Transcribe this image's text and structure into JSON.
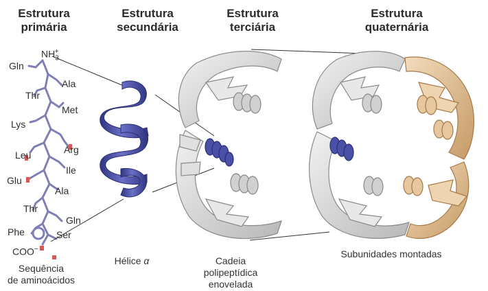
{
  "headers": {
    "primary": [
      "Estrutura",
      "primária"
    ],
    "secondary": [
      "Estrutura",
      "secundária"
    ],
    "tertiary": [
      "Estrutura",
      "terciária"
    ],
    "quaternary": [
      "Estrutura",
      "quaternária"
    ]
  },
  "amino_acids": {
    "nh3": "NH",
    "nh3_sub": "3",
    "nh3_sup": "+",
    "gln1": "Gln",
    "ala1": "Ala",
    "thr1": "Thr",
    "met": "Met",
    "lys": "Lys",
    "arg": "Arg",
    "leu": "Leu",
    "ile": "Ile",
    "glu": "Glu",
    "ala2": "Ala",
    "thr2": "Thr",
    "gln2": "Gln",
    "phe": "Phe",
    "ser": "Ser",
    "coo": "COO",
    "coo_sup": "−"
  },
  "captions": {
    "sequence": [
      "Sequência",
      "de aminoácidos"
    ],
    "helix_label": "Hélice",
    "helix_symbol": "α",
    "chain": [
      "Cadeia",
      "polipeptídica",
      "enovelada"
    ],
    "subunits": "Subunidades montadas"
  },
  "colors": {
    "helix": "#4a4fa8",
    "helix_dark": "#2f3480",
    "protein_gray": "#d6d6d6",
    "protein_gray_dark": "#9a9a9a",
    "protein_tan": "#e2c29a",
    "protein_tan_dark": "#b98f5c",
    "stick": "#7f7fb5",
    "oxygen": "#d45a5a"
  }
}
